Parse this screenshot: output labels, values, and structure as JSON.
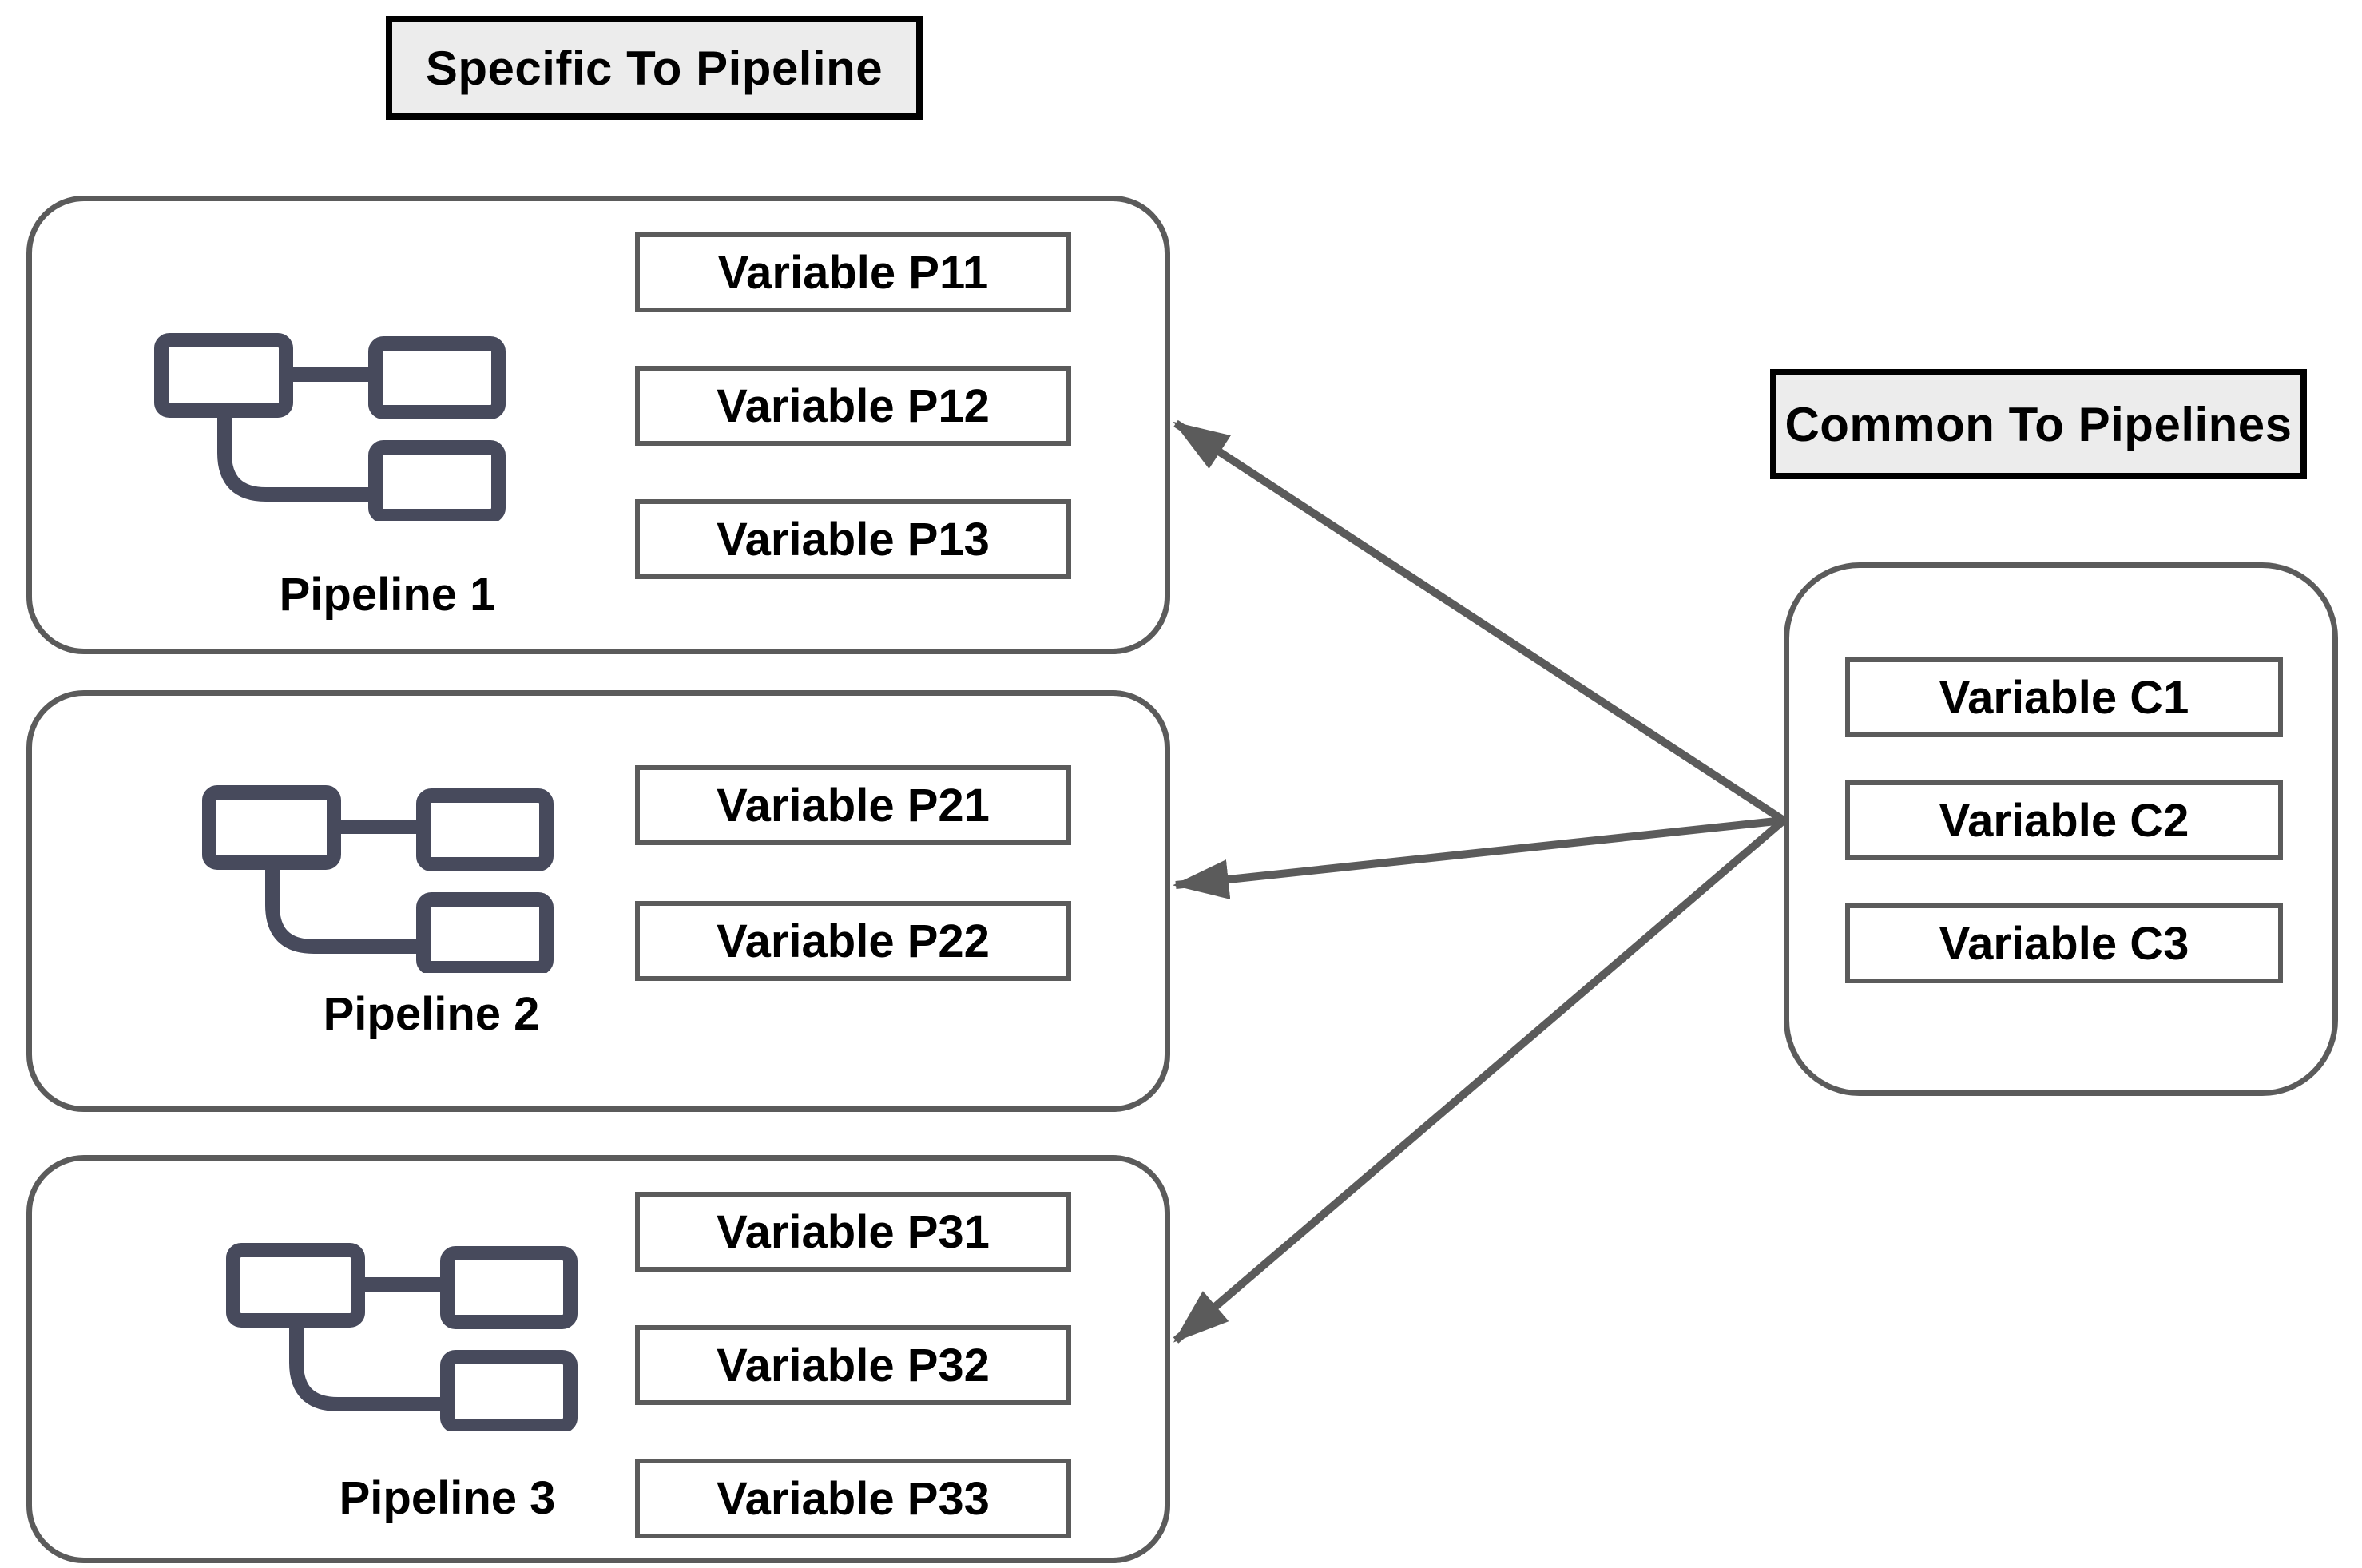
{
  "headings": {
    "specific": "Specific To Pipeline",
    "common": "Common To Pipelines"
  },
  "pipelines": [
    {
      "label": "Pipeline 1",
      "variables": [
        "Variable P11",
        "Variable P12",
        "Variable P13"
      ]
    },
    {
      "label": "Pipeline 2",
      "variables": [
        "Variable P21",
        "Variable P22"
      ]
    },
    {
      "label": "Pipeline 3",
      "variables": [
        "Variable P31",
        "Variable P32",
        "Variable P33"
      ]
    }
  ],
  "common_group": {
    "variables": [
      "Variable C1",
      "Variable C2",
      "Variable C3"
    ]
  },
  "icons": [
    {
      "name": "workflow-icon"
    }
  ],
  "colors": {
    "stroke": "#5b5b5b",
    "icon": "#474a5c",
    "title_border": "#000000",
    "title_fill": "#ececec",
    "box_fill": "#ffffff",
    "text": "#000000",
    "background": "#ffffff"
  }
}
